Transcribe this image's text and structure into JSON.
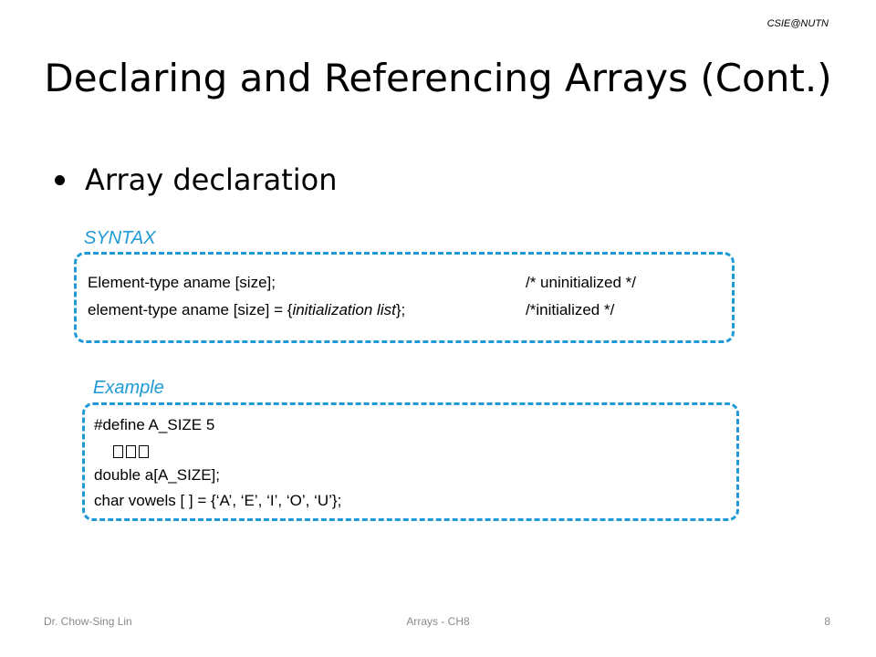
{
  "header": {
    "tag": "CSIE@NUTN"
  },
  "slide": {
    "title": "Declaring and Referencing Arrays (Cont.)",
    "bullet": "Array declaration"
  },
  "syntax": {
    "label": "SYNTAX",
    "line1_code": "Element-type aname [size];",
    "line1_comment": "/* uninitialized */",
    "line2_pre": "element-type aname [size] = {",
    "line2_italic": "initialization list",
    "line2_post": "};",
    "line2_comment": "/*initialized */"
  },
  "example": {
    "label": "Example",
    "line1": "#define A_SIZE 5",
    "line3": "double a[A_SIZE];",
    "line4": "char vowels [ ] = {‘A’, ‘E’, ‘I’, ‘O’, ‘U’};"
  },
  "footer": {
    "author": "Dr. Chow-Sing Lin",
    "chapter": "Arrays - CH8",
    "page": "8"
  },
  "colors": {
    "accent": "#1e9ad6",
    "footer_text": "#8a8a8a"
  }
}
